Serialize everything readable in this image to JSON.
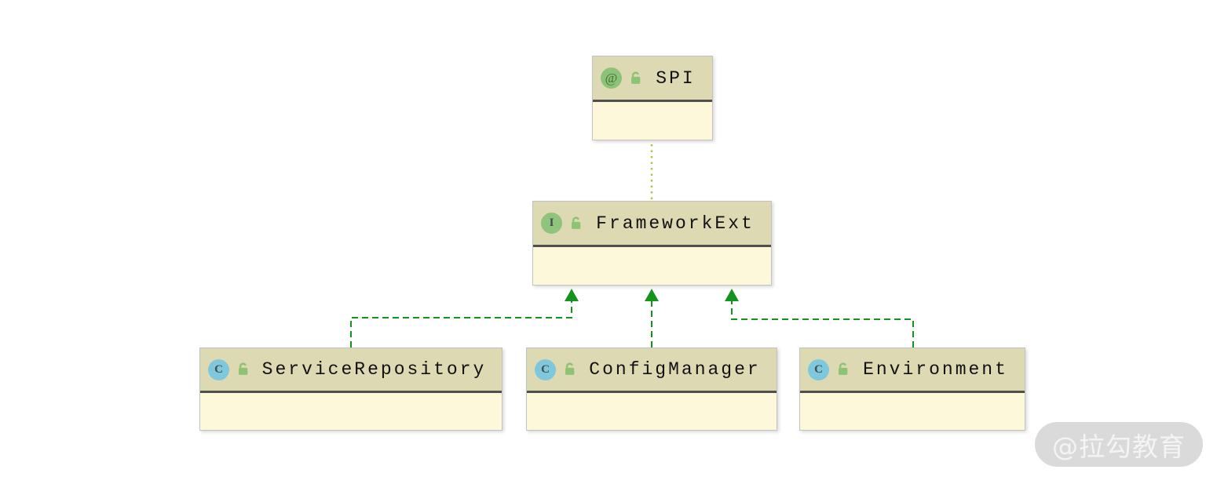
{
  "diagram": {
    "nodes": [
      {
        "name": "SPI",
        "kind": "annotation",
        "visibility": "public"
      },
      {
        "name": "FrameworkExt",
        "kind": "interface",
        "visibility": "public"
      },
      {
        "name": "ServiceRepository",
        "kind": "class",
        "visibility": "public"
      },
      {
        "name": "ConfigManager",
        "kind": "class",
        "visibility": "public"
      },
      {
        "name": "Environment",
        "kind": "class",
        "visibility": "public"
      }
    ],
    "icon_glyphs": {
      "annotation": "@",
      "interface": "I",
      "class": "C"
    },
    "edges": [
      {
        "from": "FrameworkExt",
        "to": "SPI",
        "type": "annotated-with",
        "style": "dotted"
      },
      {
        "from": "ServiceRepository",
        "to": "FrameworkExt",
        "type": "implements",
        "style": "dashed-arrow"
      },
      {
        "from": "ConfigManager",
        "to": "FrameworkExt",
        "type": "implements",
        "style": "dashed-arrow"
      },
      {
        "from": "Environment",
        "to": "FrameworkExt",
        "type": "implements",
        "style": "dashed-arrow"
      }
    ],
    "colors": {
      "node_header_bg": "#dcd9b3",
      "node_body_bg": "#fcf8d9",
      "node_border": "#c2c2c2",
      "header_separator": "#4f4f4f",
      "implements_edge": "#14941e",
      "annotation_edge": "#b9c050",
      "annotation_icon_bg": "#8dc379",
      "interface_icon_bg": "#90c37c",
      "class_icon_bg": "#7ec8de",
      "lock_icon": "#8cc473"
    }
  },
  "watermark": {
    "text": "@拉勾教育"
  }
}
